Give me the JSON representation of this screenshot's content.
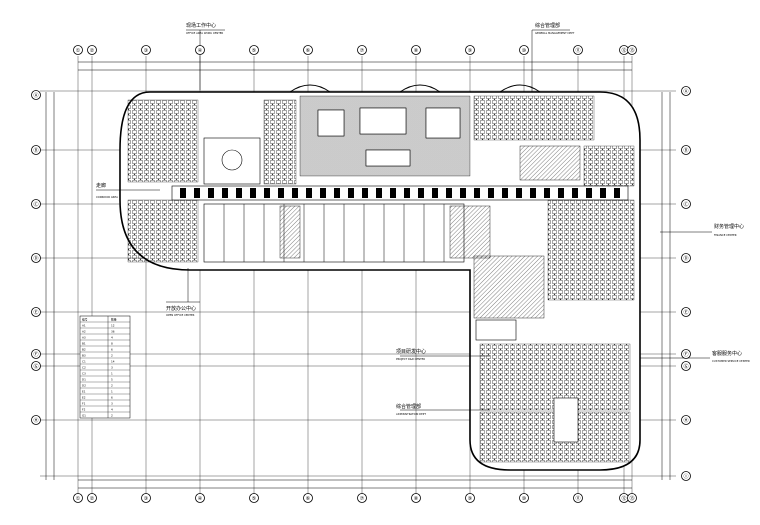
{
  "columns_top": [
    "①",
    "②",
    "③",
    "④",
    "⑤",
    "⑥",
    "⑦",
    "⑧",
    "⑨",
    "⑩",
    "⑪",
    "⑫",
    "⑬"
  ],
  "columns_bottom": [
    "①",
    "②",
    "③",
    "④",
    "⑤",
    "⑥",
    "⑦",
    "⑧",
    "⑨",
    "⑩",
    "⑪",
    "⑫",
    "⑬"
  ],
  "rows_left": [
    "Ⓐ",
    "Ⓑ",
    "Ⓒ",
    "Ⓓ",
    "Ⓔ",
    "Ⓕ",
    "Ⓖ",
    "Ⓗ"
  ],
  "rows_right": [
    "Ⓐ",
    "Ⓑ",
    "Ⓒ",
    "Ⓓ",
    "Ⓔ",
    "Ⓕ",
    "Ⓖ",
    "Ⓗ",
    "Ⓘ"
  ],
  "callouts": [
    {
      "id": "c1",
      "title": "现场工作中心",
      "sub": "OFFICE AREA WORK CENTER"
    },
    {
      "id": "c2",
      "title": "综合管理部",
      "sub": "GENERAL MANAGEMENT DEPT"
    },
    {
      "id": "c3",
      "title": "走廊",
      "sub": "CORRIDOR AREA"
    },
    {
      "id": "c4",
      "title": "开放办公中心",
      "sub": "OPEN OFFICE CENTER"
    },
    {
      "id": "c5",
      "title": "项目研发中心",
      "sub": "PROJECT R&D CENTER"
    },
    {
      "id": "c6",
      "title": "财务管理中心",
      "sub": "FINANCE CENTER"
    },
    {
      "id": "c7",
      "title": "综合管理部",
      "sub": "ADMINISTRATION DEPT"
    },
    {
      "id": "c8",
      "title": "客服服务中心",
      "sub": "CUSTOMER SERVICE CENTER"
    }
  ],
  "legend_table": {
    "header": [
      "编号",
      "数量"
    ],
    "rows": [
      [
        "A1",
        "12"
      ],
      [
        "A2",
        "36"
      ],
      [
        "A3",
        "4"
      ],
      [
        "B1",
        "8"
      ],
      [
        "B2",
        "6"
      ],
      [
        "B3",
        "2"
      ],
      [
        "C1",
        "14"
      ],
      [
        "C2",
        "3"
      ],
      [
        "C3",
        "1"
      ],
      [
        "D1",
        "5"
      ],
      [
        "D2",
        "2"
      ],
      [
        "E1",
        "1"
      ],
      [
        "E2",
        "6"
      ],
      [
        "F1",
        "3"
      ],
      [
        "F2",
        "4"
      ],
      [
        "G1",
        "2"
      ]
    ]
  }
}
